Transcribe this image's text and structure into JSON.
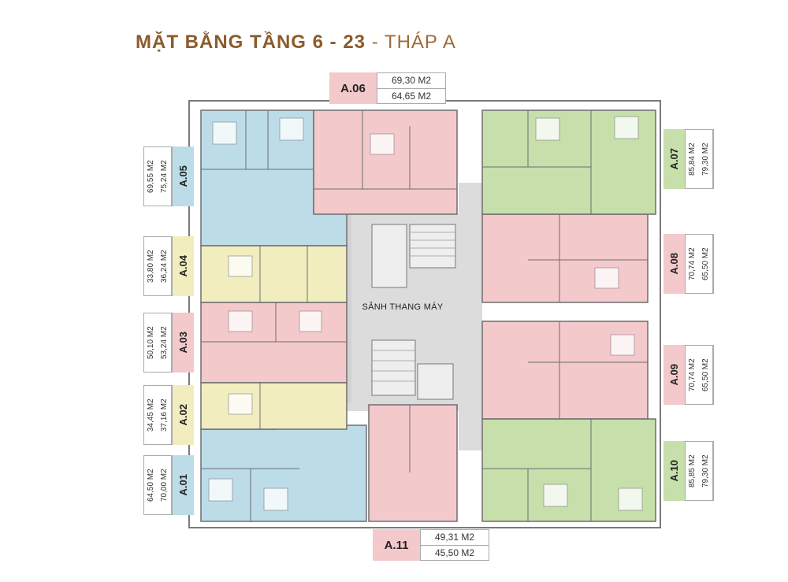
{
  "title": {
    "main": "MẶT BẰNG TẦNG 6 - 23",
    "separator": "-",
    "tower": "THÁP A"
  },
  "lobby_label": "SẢNH THANG MÁY",
  "colors": {
    "blue": "#bcdce8",
    "pink": "#f3c9cb",
    "yellow": "#f2edbf",
    "green": "#c7dfaa",
    "core": "#dcdcdc",
    "title": "#8c5a2c"
  },
  "units": [
    {
      "code": "A.01",
      "area_1": "70,00 M2",
      "area_2": "64,50 M2",
      "color": "#bcdce8"
    },
    {
      "code": "A.02",
      "area_1": "37,16 M2",
      "area_2": "34,45 M2",
      "color": "#f2edbf"
    },
    {
      "code": "A.03",
      "area_1": "53,24 M2",
      "area_2": "50,10 M2",
      "color": "#f3c9cb"
    },
    {
      "code": "A.04",
      "area_1": "36,24 M2",
      "area_2": "33,80 M2",
      "color": "#f2edbf"
    },
    {
      "code": "A.05",
      "area_1": "75,24 M2",
      "area_2": "69,55 M2",
      "color": "#bcdce8"
    },
    {
      "code": "A.06",
      "area_1": "69,30 M2",
      "area_2": "64,65 M2",
      "color": "#f3c9cb"
    },
    {
      "code": "A.07",
      "area_1": "85,84 M2",
      "area_2": "79,30 M2",
      "color": "#c7dfaa"
    },
    {
      "code": "A.08",
      "area_1": "70,74 M2",
      "area_2": "65,50 M2",
      "color": "#f3c9cb"
    },
    {
      "code": "A.09",
      "area_1": "70,74 M2",
      "area_2": "65,50 M2",
      "color": "#f3c9cb"
    },
    {
      "code": "A.10",
      "area_1": "85,85 M2",
      "area_2": "79,30 M2",
      "color": "#c7dfaa"
    },
    {
      "code": "A.11",
      "area_1": "49,31 M2",
      "area_2": "45,50 M2",
      "color": "#f3c9cb"
    }
  ]
}
